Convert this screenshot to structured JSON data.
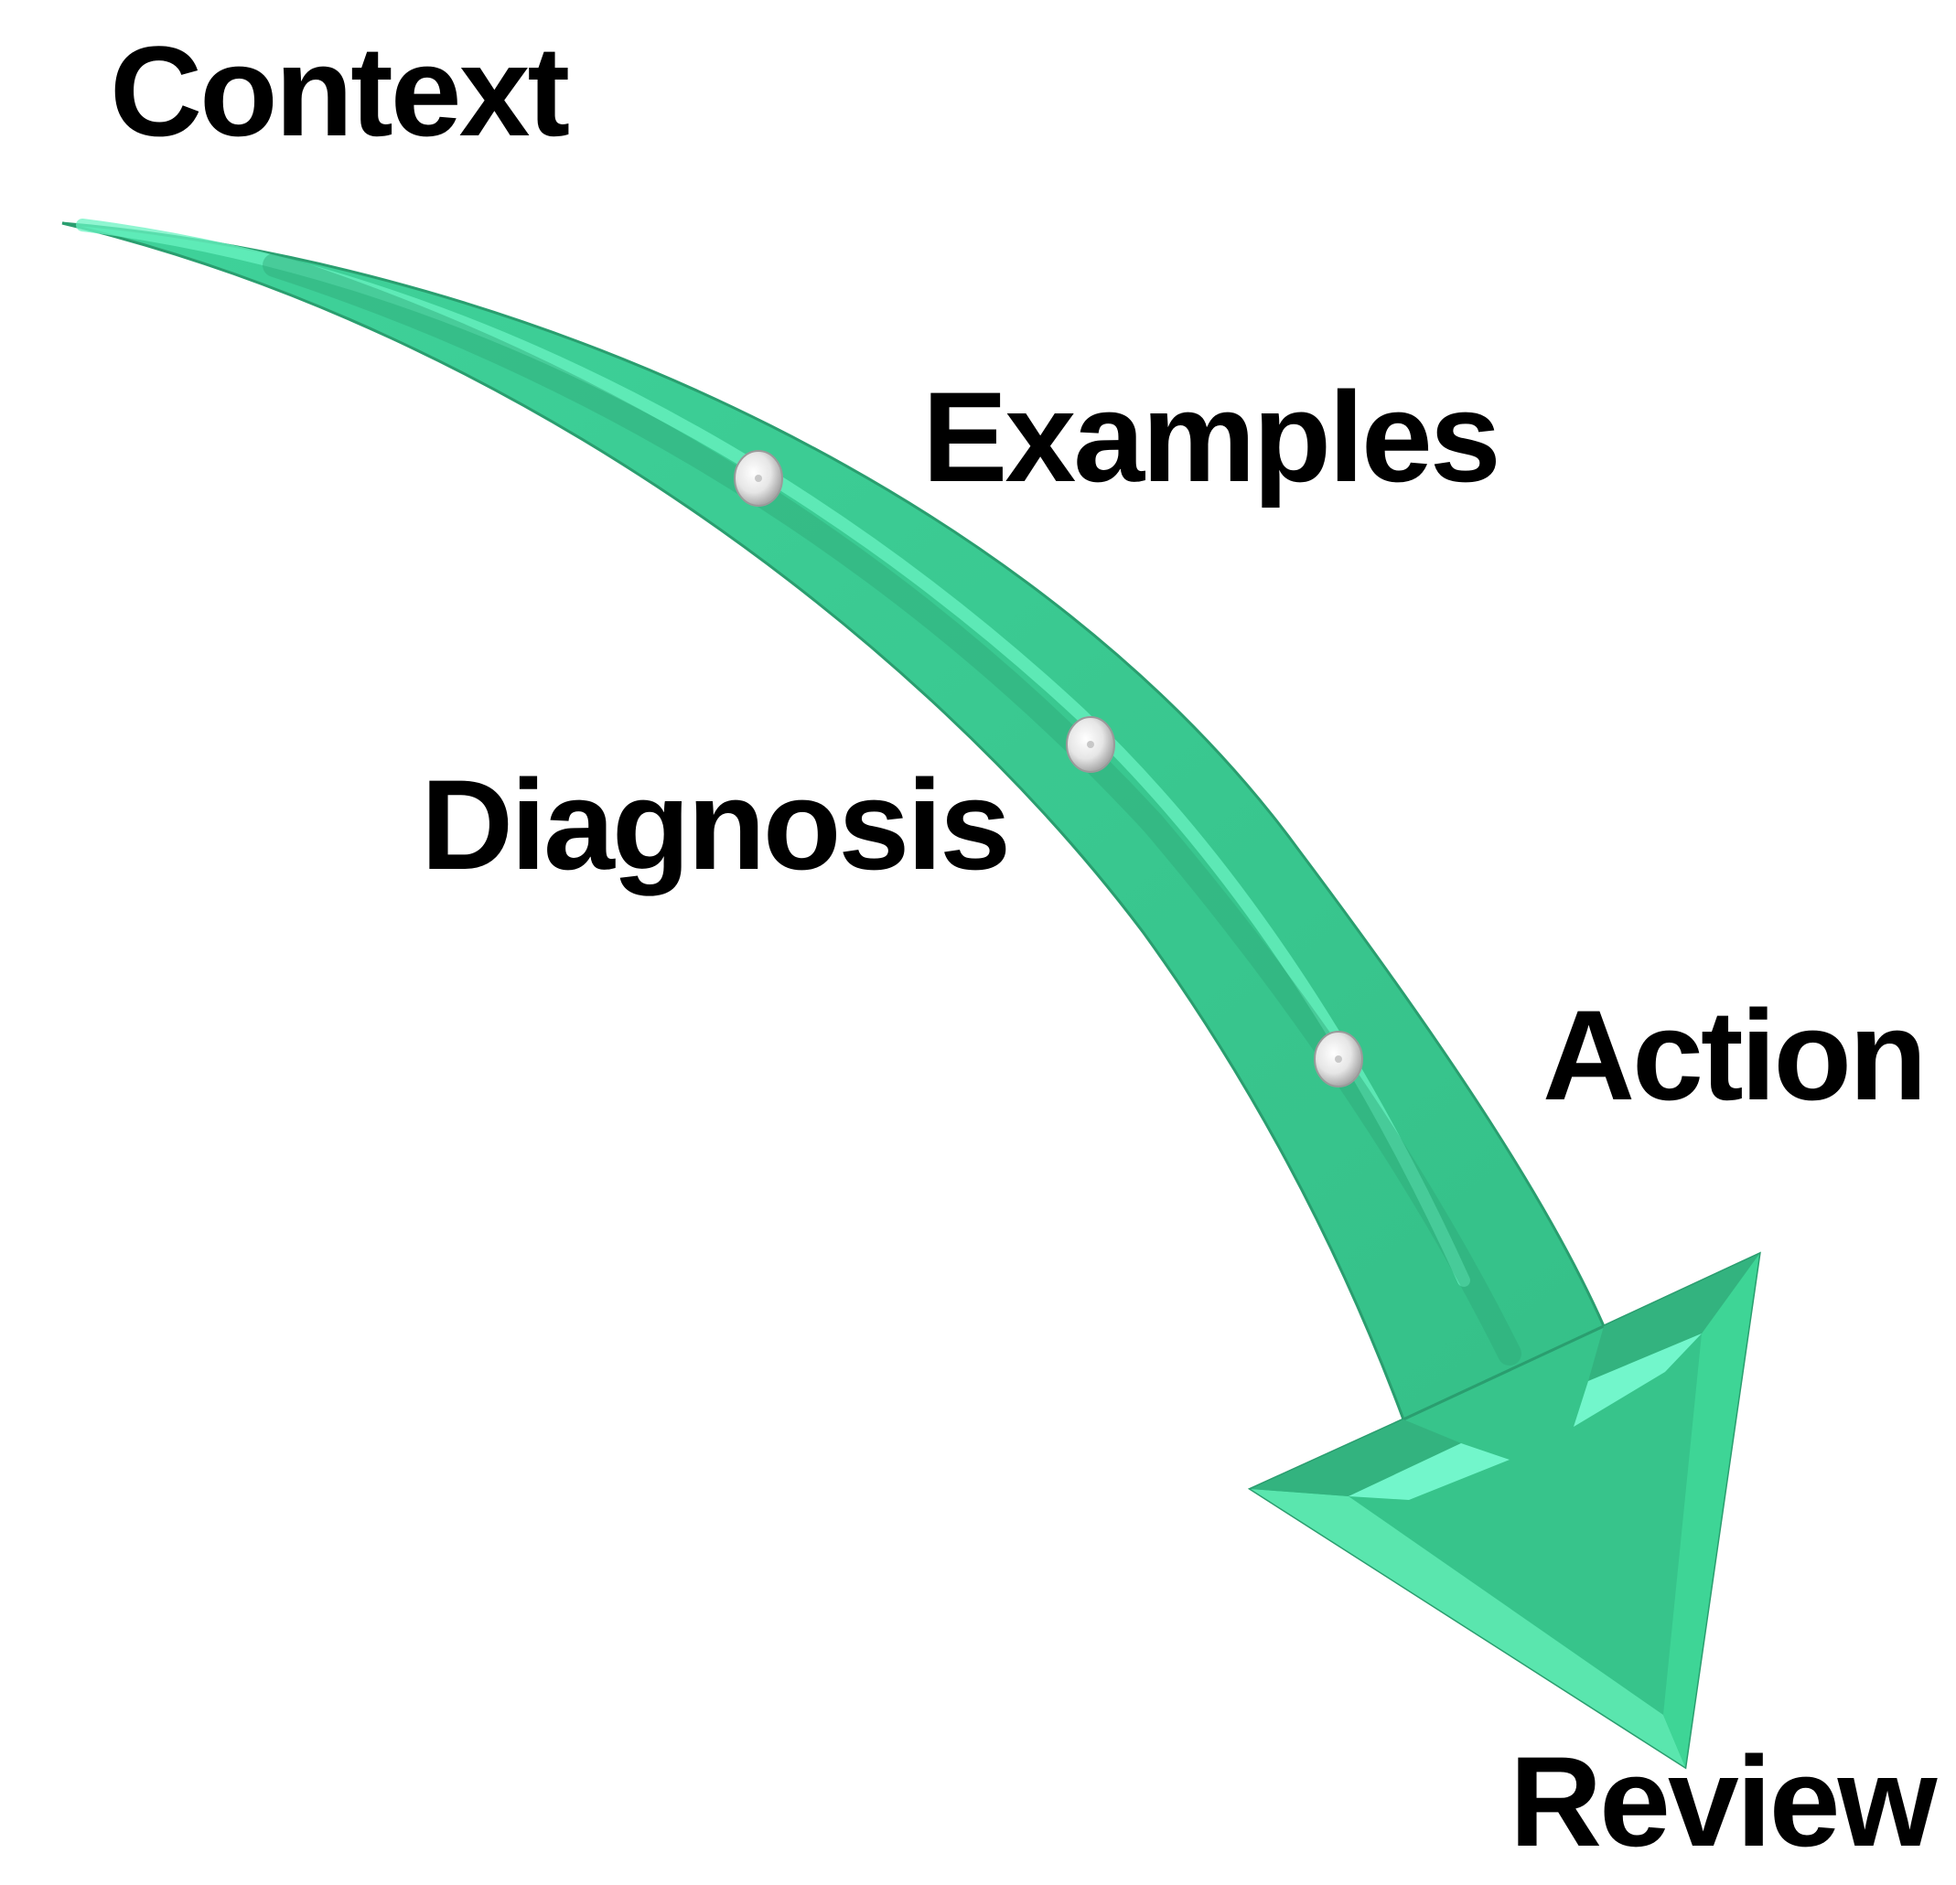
{
  "diagram": {
    "title": "",
    "type": "curved process arrow",
    "steps": [
      {
        "id": "context",
        "label": "Context"
      },
      {
        "id": "examples",
        "label": "Examples"
      },
      {
        "id": "diagnosis",
        "label": "Diagnosis"
      },
      {
        "id": "action",
        "label": "Action"
      },
      {
        "id": "review",
        "label": "Review"
      }
    ],
    "milestone_dots": 3,
    "colors": {
      "arrow_base": "#37c48b",
      "arrow_dark": "#2fa877",
      "arrow_highlight": "#7dffd6",
      "dot": "#e8e8e8",
      "text": "#000000",
      "background": "#ffffff"
    }
  }
}
